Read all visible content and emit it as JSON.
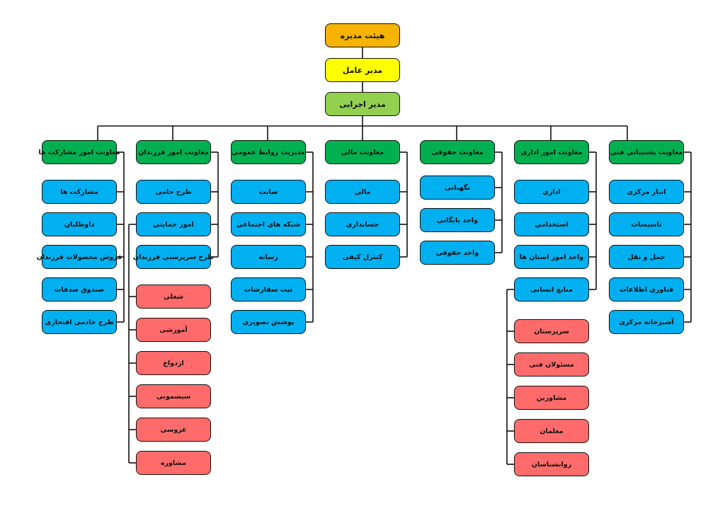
{
  "board": "هیئت مدیره",
  "ceo": "مدیر عامل",
  "executive": "مدیر اجرایی",
  "colors": {
    "board": "#f6b400",
    "ceo": "#ffff00",
    "executive": "#92d050",
    "department": "#00b050",
    "unit": "#00b0f0",
    "subunit": "#ff6b6b",
    "line": "#111111"
  },
  "departments": [
    {
      "title": "معاونت امور مشارکت ها",
      "units": [
        "مشارکت ها",
        "داوطلبان",
        "فروش محصولات فرزندان",
        "صندوق صدقات",
        "طرح خادمی افتخاری"
      ]
    },
    {
      "title": "معاونت امور فرزندان",
      "units": [
        "طرح حامی",
        "امور حمایتی",
        "طرح سرپرستی فرزندان"
      ],
      "subunits": [
        "شغلی",
        "آموزشی",
        "ازدواج",
        "سیسمونی",
        "عروسی",
        "مشاوره"
      ]
    },
    {
      "title": "مدیریت روابط عمومی",
      "units": [
        "سایت",
        "شبکه های اجتماعی",
        "رسانه",
        "ثبت سفارشات",
        "پوشش تصویری"
      ]
    },
    {
      "title": "معاونت مالی",
      "units": [
        "مالی",
        "حسابداری",
        "کنترل کیفی"
      ]
    },
    {
      "title": "معاونت حقوقی",
      "units": [
        "نگهبانی",
        "واحد بایگانی",
        "واحد حقوقی"
      ]
    },
    {
      "title": "معاونت امور اداری",
      "units": [
        "اداری",
        "استخدامی",
        "واحد امور استان ها",
        "منابع انسانی"
      ],
      "subunits": [
        "سرپرستان",
        "مسئولان فنی",
        "مشاورین",
        "معلمان",
        "روانشناسان"
      ]
    },
    {
      "title": "معاونت پشتیبانی فنی",
      "units": [
        "انبار مرکزی",
        "تاسیسات",
        "حمل و نقل",
        "فناوری اطلاعات",
        "آشپزخانه مرکزی"
      ]
    }
  ]
}
